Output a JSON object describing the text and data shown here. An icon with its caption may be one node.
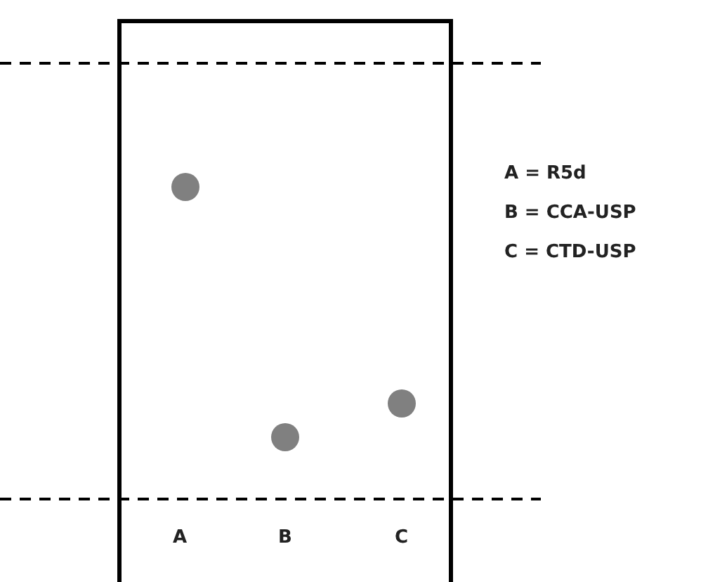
{
  "diagram": {
    "labels": [
      "A",
      "B",
      "C",
      "A = R5d",
      "B = CCA-USP",
      "C = CTD-USP"
    ]
  }
}
